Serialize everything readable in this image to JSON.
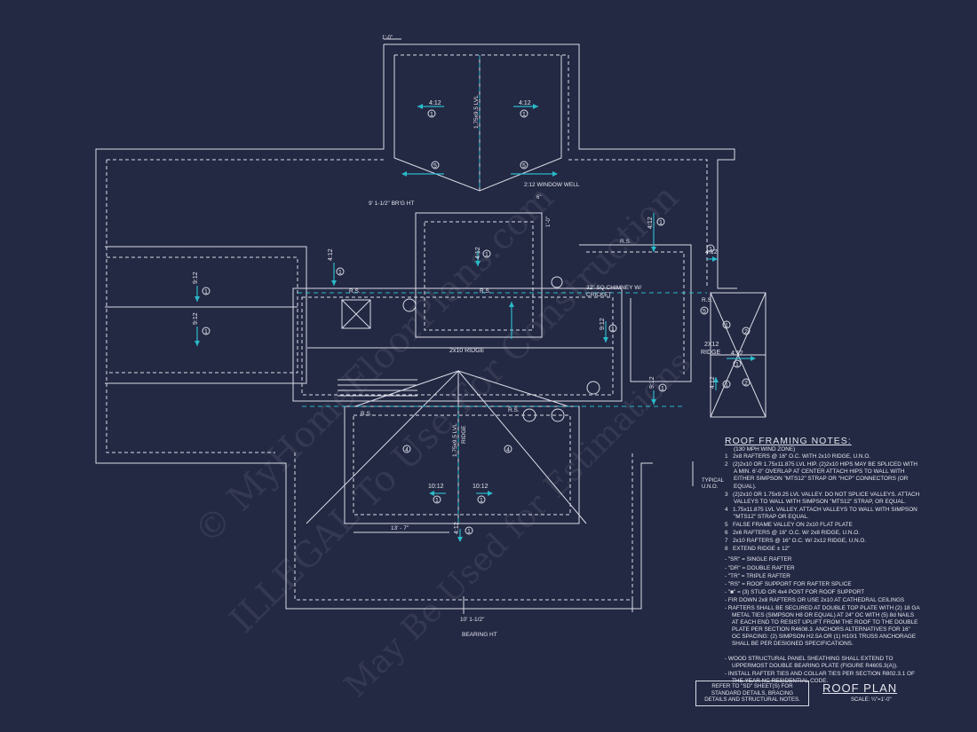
{
  "plan": {
    "labels": {
      "pitch_4_12": "4:12",
      "pitch_9_12": "9:12",
      "pitch_10_12": "10:12",
      "pitch_2_12": "2:12",
      "lvl_top": "1.75x9.5 LVL",
      "lvl_lower": "1.75x9.5 LVL",
      "ridge_lower": "RIDGE",
      "window_well": "2:12 WINDOW WELL",
      "brg_ht_top": "9' 1-1/2\" BR'G HT",
      "rs": "R.S.",
      "chimney": "32\" SQ CHIMNEY W/",
      "cricket": "CRICKET",
      "ridge_2x10": "2x10 RIDGE",
      "ridge_2x12": "2X12",
      "ridge_2x12_sub": "RIDGE",
      "dim_13_7": "13' - 7\"",
      "bearing_ht": "10' 1-1/2\"",
      "bearing_ht_sub": "BEARING HT",
      "typical": "TYPICAL",
      "uno": "U.N.O.",
      "dim_top": "1'-0\"",
      "dim_6": "6\"",
      "dim_1_0": "1'-0\"",
      "n1": "1",
      "n2": "2",
      "n4": "4",
      "n5": "5"
    }
  },
  "notes": {
    "heading": "ROOF FRAMING NOTES:",
    "wind": "(130 MPH WIND ZONE)",
    "items": [
      {
        "n": "1",
        "text": "2x8 RAFTERS @ 16\" O.C. WITH 2x10 RIDGE, U.N.O."
      },
      {
        "n": "2",
        "text": "(2)2x10 OR 1.75x11.875 LVL HIP. (2)2x10 HIPS MAY BE SPLICED WITH A MIN. 6'-0\" OVERLAP AT CENTER ATTACH HIPS TO WALL WITH EITHER SIMPSON \"MTS12\" STRAP OR \"HCP\" CONNECTORS (OR EQUAL)."
      },
      {
        "n": "3",
        "text": "(2)2x10 OR 1.75x9.25 LVL VALLEY.  DO NOT SPLICE VALLEYS.  ATTACH VALLEYS TO WALL WITH SIMPSON \"MTS12\" STRAP, OR EQUAL."
      },
      {
        "n": "4",
        "text": "1.75x11.875 LVL VALLEY.  ATTACH VALLEYS TO WALL WITH SIMPSON \"MTS12\" STRAP OR EQUAL."
      },
      {
        "n": "5",
        "text": "FALSE FRAME VALLEY ON 2x10 FLAT PLATE"
      },
      {
        "n": "6",
        "text": "2x6 RAFTERS @ 16\" O.C. W/ 2x8 RIDGE, U.N.O."
      },
      {
        "n": "7",
        "text": "2x10 RAFTERS @ 16\" O.C. W/ 2x12 RIDGE, U.N.O."
      },
      {
        "n": "8",
        "text": "EXTEND RIDGE ± 12\""
      }
    ],
    "bullets": [
      "\"SR\" = SINGLE RAFTER",
      "\"DR\" = DOUBLE RAFTER",
      "\"TR\" = TRIPLE RAFTER",
      "\"RS\" = ROOF SUPPORT FOR RAFTER SPLICE",
      "\"■\" = (3) STUD OR 4x4 POST FOR ROOF SUPPORT",
      "FIR DOWN 2x8 RAFTERS OR USE 2x10 AT CATHEDRAL CEILINGS",
      "RAFTERS SHALL BE SECURED AT DOUBLE TOP PLATE WITH (2) 18 GA METAL TIES (SIMPSON H8 OR EQUAL) AT 24\" OC WITH (5) 8d NAILS AT EACH END TO RESIST UPLIFT FROM THE ROOF TO THE DOUBLE PLATE PER SECTION R4608.3. ANCHORS ALTERNATIVES FOR 16\" OC SPACING: (2) SIMPSON H2.5A OR (1) H10/1 TRUSS ANCHORAGE SHALL BE PER DESIGNED SPECIFICATIONS.",
      "WOOD STRUCTURAL PANEL SHEATHING SHALL EXTEND TO UPPERMOST DOUBLE BEARING PLATE (FIGURE R4605.3(A)).",
      "INSTALL RAFTER TIES AND COLLAR TIES PER SECTION R802.3.1 OF THE YEAR NC RESIDENTIAL CODE."
    ]
  },
  "reference": {
    "line1": "REFER TO \"SD\" SHEET(S) FOR",
    "line2": "STANDARD DETAILS, BRACING",
    "line3": "DETAILS AND STRUCTURAL NOTES."
  },
  "title": {
    "name": "ROOF PLAN",
    "scale": "SCALE: ¼\"=1'-0\""
  },
  "watermark": {
    "line1": "© MyHomeFloorPlans.com",
    "line2": "ILLEGAL To Use For Construction",
    "line3": "May Be Used for Estimations"
  },
  "colors": {
    "background": "#232843",
    "linework": "#d9dce6",
    "accent": "#2bb9c9"
  }
}
